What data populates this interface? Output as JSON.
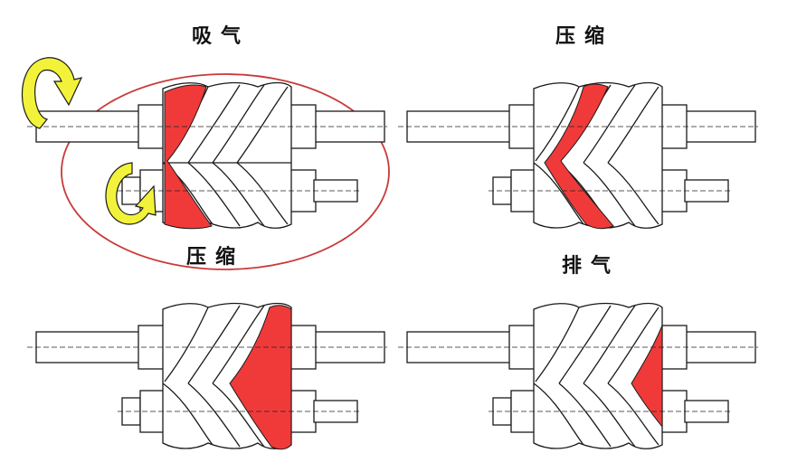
{
  "labels": {
    "suction": "吸气",
    "compression_top": "压缩",
    "compression_circle": "压缩",
    "discharge": "排气"
  },
  "colors": {
    "pocket": "#f03a3a",
    "outline": "#1a1a1a",
    "rotation_arrow": "#f2f23a",
    "highlight_ring": "#c83a3a"
  },
  "stages": [
    {
      "id": "suction",
      "pocket_position": "intake-left"
    },
    {
      "id": "compression",
      "pocket_position": "middle"
    },
    {
      "id": "compression-advanced",
      "pocket_position": "right-middle"
    },
    {
      "id": "discharge",
      "pocket_position": "outlet-right"
    }
  ]
}
